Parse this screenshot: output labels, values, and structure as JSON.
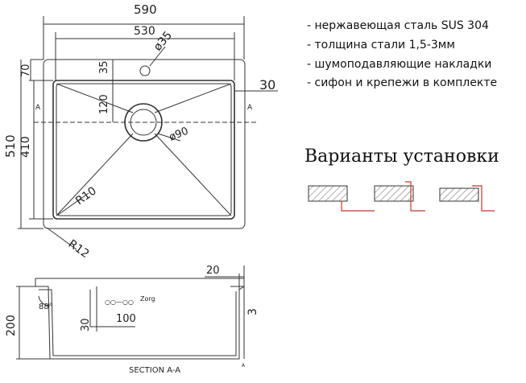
{
  "features": [
    "- нержавеющая сталь SUS 304",
    "- толщина стали 1,5-3мм",
    "- шумоподавляющие накладки",
    "- сифон и крепежи в комплекте"
  ],
  "install_title": "Варианты установки",
  "dims": {
    "overall_width": "590",
    "inner_width": "530",
    "tap_hole": "ø35",
    "tap_offset": "35",
    "top_offset": "70",
    "drain_offset": "120",
    "flange": "30",
    "drain": "ø90",
    "overall_depth": "510",
    "inner_depth": "410",
    "inner_radius": "R10",
    "outer_radius": "R12",
    "section_lip": "20",
    "section_thickness": "3",
    "section_height": "200",
    "section_angle": "88°",
    "section_drop": "30",
    "section_spacing": "100",
    "section_label": "SECTION A-A",
    "section_mark": "A",
    "brand_mark": "Zorg",
    "bolt_mark": "○○—○○"
  },
  "colors": {
    "line": "#333333",
    "install_red": "#c0392b"
  }
}
